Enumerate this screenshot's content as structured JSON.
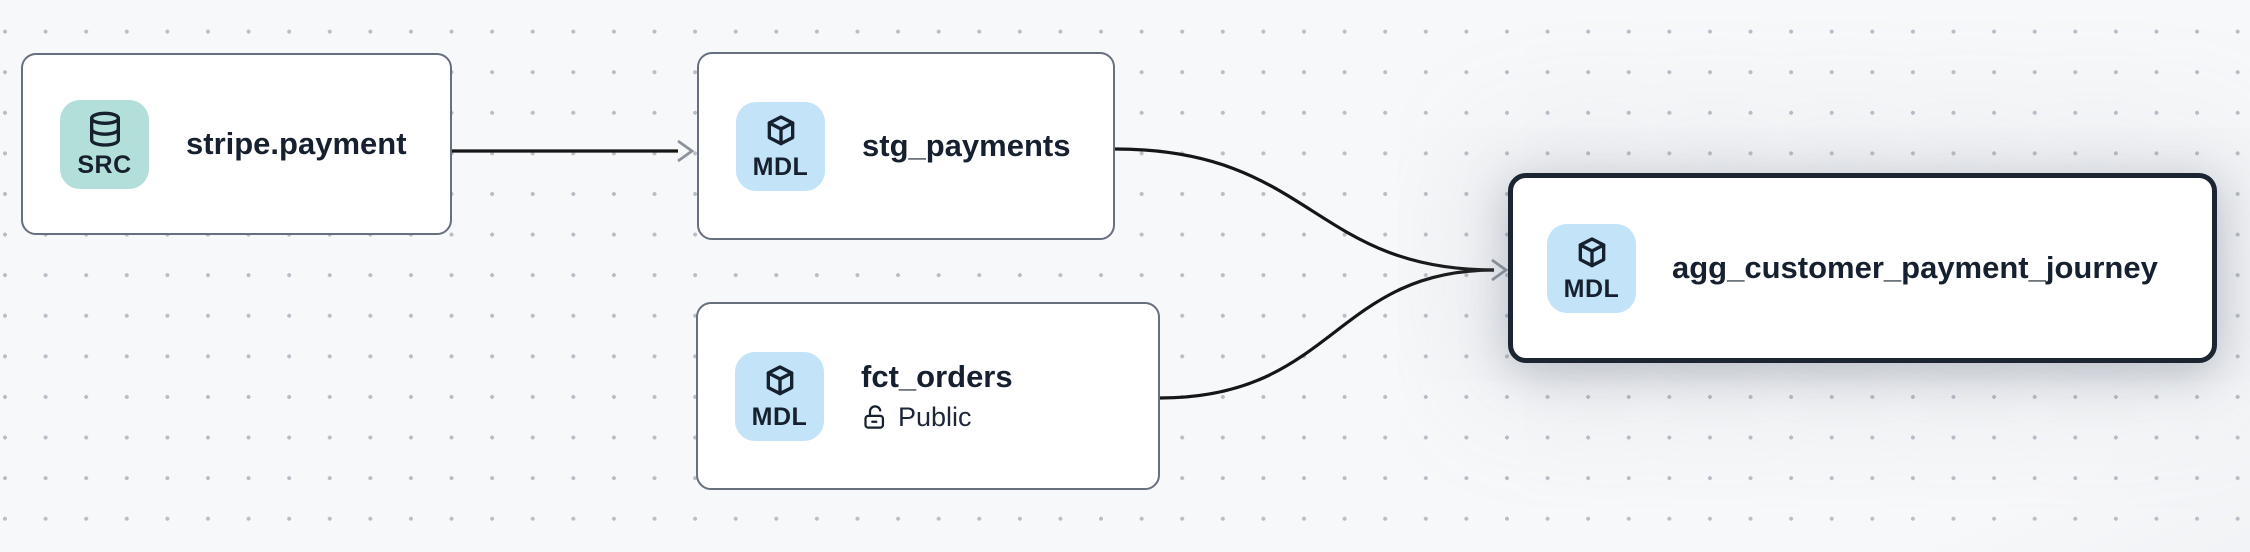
{
  "diagram": {
    "nodes": [
      {
        "title": "stripe.payment",
        "badge": "SRC",
        "type": "source",
        "selected": false
      },
      {
        "title": "stg_payments",
        "badge": "MDL",
        "type": "model",
        "selected": false
      },
      {
        "title": "fct_orders",
        "badge": "MDL",
        "type": "model",
        "subtitle": "Public",
        "selected": false
      },
      {
        "title": "agg_customer_payment_journey",
        "badge": "MDL",
        "type": "model",
        "selected": true
      }
    ],
    "edges": [
      {
        "from": "stripe.payment",
        "to": "stg_payments"
      },
      {
        "from": "stg_payments",
        "to": "agg_customer_payment_journey"
      },
      {
        "from": "fct_orders",
        "to": "agg_customer_payment_journey"
      }
    ]
  },
  "icons": {
    "source_badge": "database-icon",
    "model_badge": "cube-icon",
    "public_access": "lock-open-icon",
    "edge_end": "arrowhead-chevron-icon"
  },
  "colors": {
    "canvas_bg": "#f7f8fa",
    "grid_dot": "#b9bdc6",
    "node_bg": "#ffffff",
    "node_border": "#66707e",
    "selected_node_border": "#1c2532",
    "text": "#16202e",
    "src_badge_bg": "#b2dfd9",
    "mdl_badge_bg": "#c2e3f8",
    "edge_stroke": "#161616",
    "arrowhead_stroke": "#8d939d"
  }
}
